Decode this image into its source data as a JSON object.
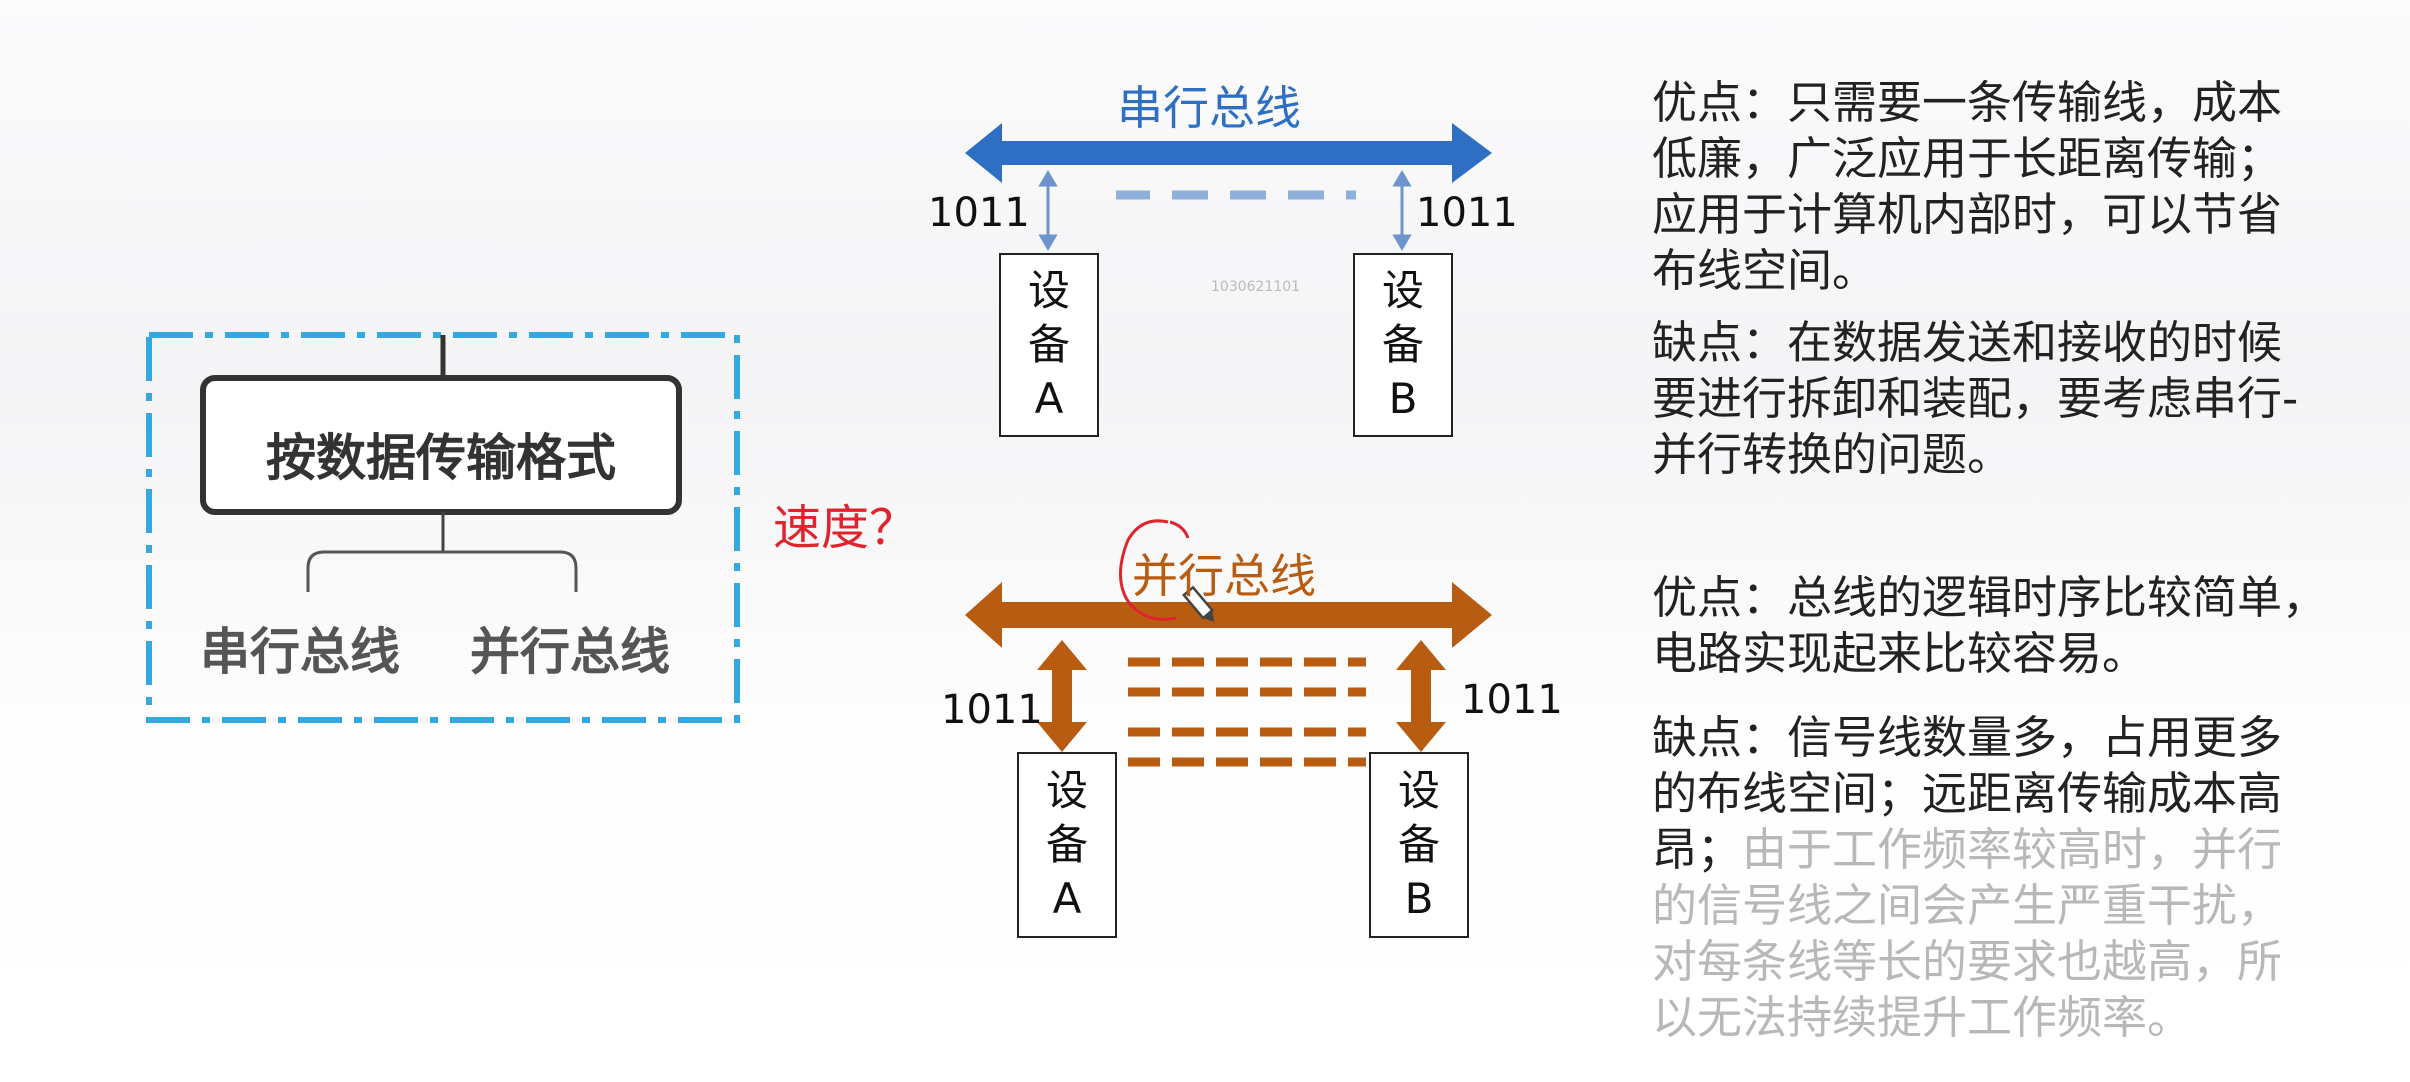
{
  "classification": {
    "title": "按数据传输格式",
    "branches": [
      "串行总线",
      "并行总线"
    ]
  },
  "speed_question": "速度？",
  "serial": {
    "title": "串行总线",
    "data_left": "1011",
    "data_right": "1011",
    "device_a": [
      "设",
      "备",
      "A"
    ],
    "device_b": [
      "设",
      "备",
      "B"
    ],
    "watermark": "1030621101",
    "advantages": [
      "优点：只需要一条传输线，成本",
      "低廉，广泛应用于长距离传输；",
      "应用于计算机内部时，可以节省",
      "布线空间。"
    ],
    "disadvantages": [
      "缺点：在数据发送和接收的时候",
      "要进行拆卸和装配，要考虑串行-",
      "并行转换的问题。"
    ]
  },
  "parallel": {
    "title": "并行总线",
    "data_left": "1011",
    "data_right": "1011",
    "device_a": [
      "设",
      "备",
      "A"
    ],
    "device_b": [
      "设",
      "备",
      "B"
    ],
    "advantages": [
      "优点：总线的逻辑时序比较简单，",
      "电路实现起来比较容易。"
    ],
    "disadvantages_dark": [
      "缺点：信号线数量多，占用更多",
      "的布线空间；远距离传输成本高",
      "昂；"
    ],
    "disadvantages_faded_first": "由于工作频率较高时，并行",
    "disadvantages_faded": [
      "的信号线之间会产生严重干扰，",
      "对每条线等长的要求也越高，所",
      "以无法持续提升工作频率。"
    ]
  },
  "colors": {
    "serial_blue": "#2e6fc4",
    "serial_dash": "#8fb0db",
    "parallel_orange": "#b85c12",
    "frame_dash": "#34a8e0",
    "speed_red": "#e0242c",
    "faded_text": "#b8b8b8"
  }
}
